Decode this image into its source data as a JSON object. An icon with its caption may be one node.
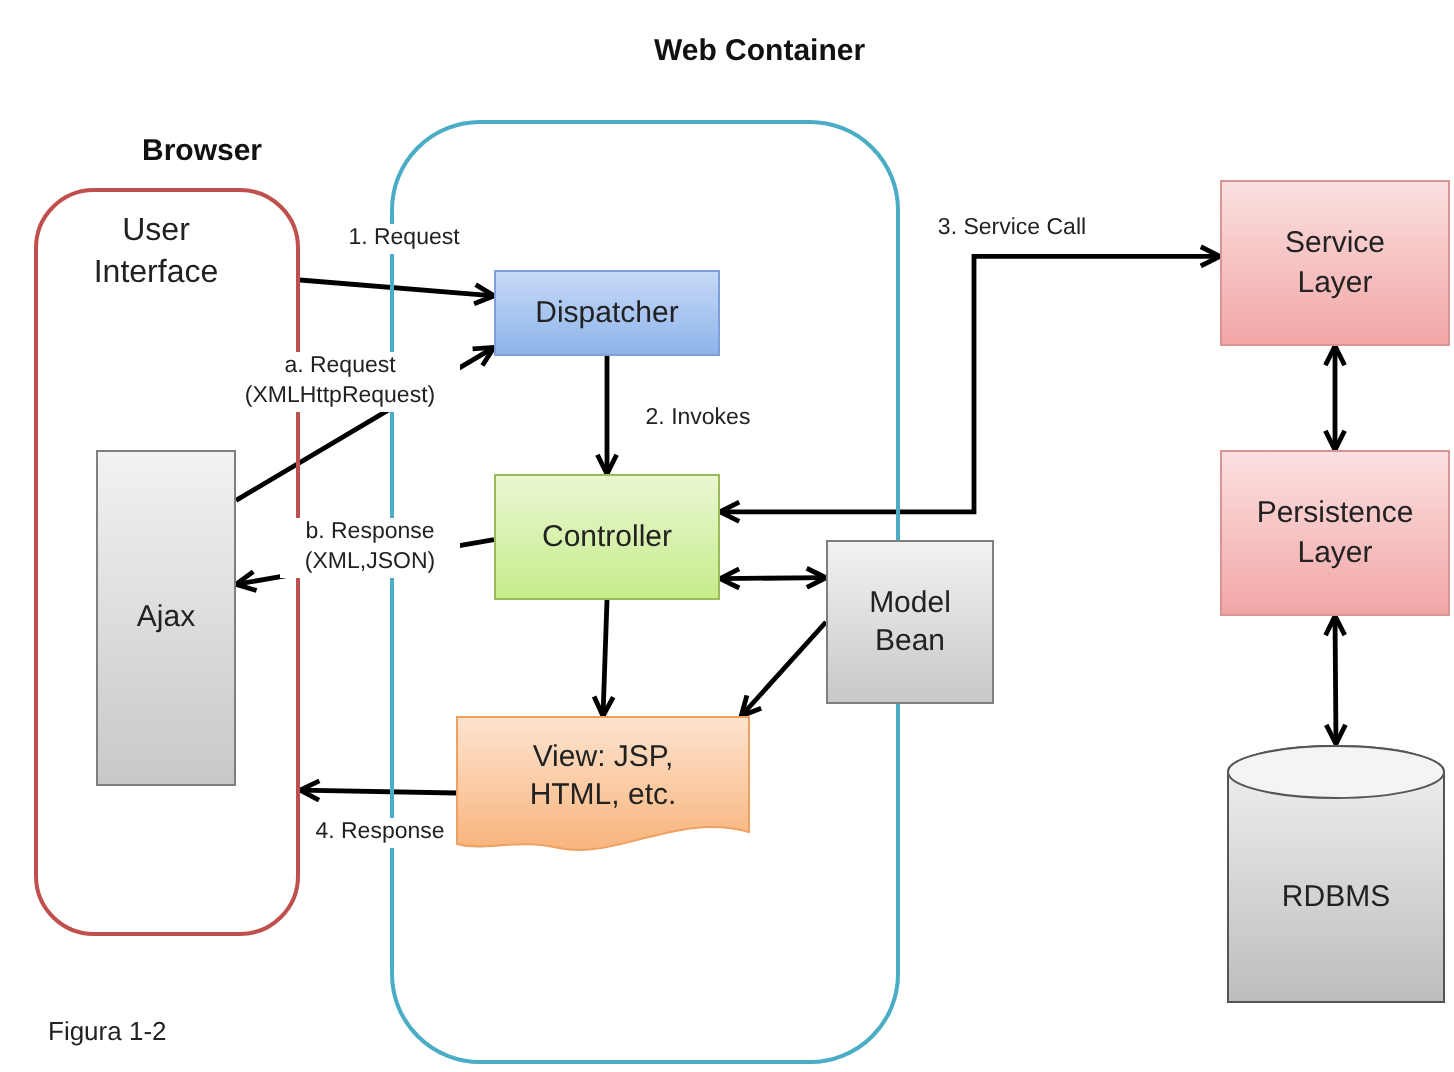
{
  "diagram": {
    "caption": "Figura 1-2",
    "nodes": [
      {
        "text": [
          "Browser"
        ]
      },
      {
        "text": [
          "Web Container"
        ]
      },
      {
        "text": [
          "User Interface"
        ],
        "in": 0
      },
      {
        "text": [
          "Ajax"
        ],
        "in": 0
      },
      {
        "text": [
          "Dispatcher"
        ],
        "in": 1
      },
      {
        "text": [
          "Controller"
        ],
        "in": 1
      },
      {
        "text": [
          "Model Bean"
        ]
      },
      {
        "text": [
          "View: JSP, HTML, etc."
        ],
        "in": 1
      },
      {
        "text": [
          "Service Layer"
        ]
      },
      {
        "text": [
          "Persistence Layer"
        ]
      },
      {
        "text": [
          "RDBMS"
        ]
      }
    ],
    "edges": [
      {
        "from": 2,
        "to": 4,
        "arrow": "to",
        "label": "1. Request"
      },
      {
        "from": 3,
        "to": 4,
        "arrow": "to",
        "label": "a. Request (XMLHttpRequest)"
      },
      {
        "from": 4,
        "to": 5,
        "arrow": "to",
        "label": "2. Invokes"
      },
      {
        "from": 5,
        "to": 3,
        "arrow": "to",
        "label": "b. Response (XML,JSON)"
      },
      {
        "from": 5,
        "to": 8,
        "arrow": "both",
        "label": "3. Service Call"
      },
      {
        "from": 5,
        "to": 6,
        "arrow": "both"
      },
      {
        "from": 5,
        "to": 7,
        "arrow": "to"
      },
      {
        "from": 6,
        "to": 7,
        "arrow": "to"
      },
      {
        "from": 7,
        "to": 0,
        "arrow": "to",
        "label": "4. Response"
      },
      {
        "from": 8,
        "to": 9,
        "arrow": "both"
      },
      {
        "from": 9,
        "to": 10,
        "arrow": "both"
      }
    ]
  }
}
